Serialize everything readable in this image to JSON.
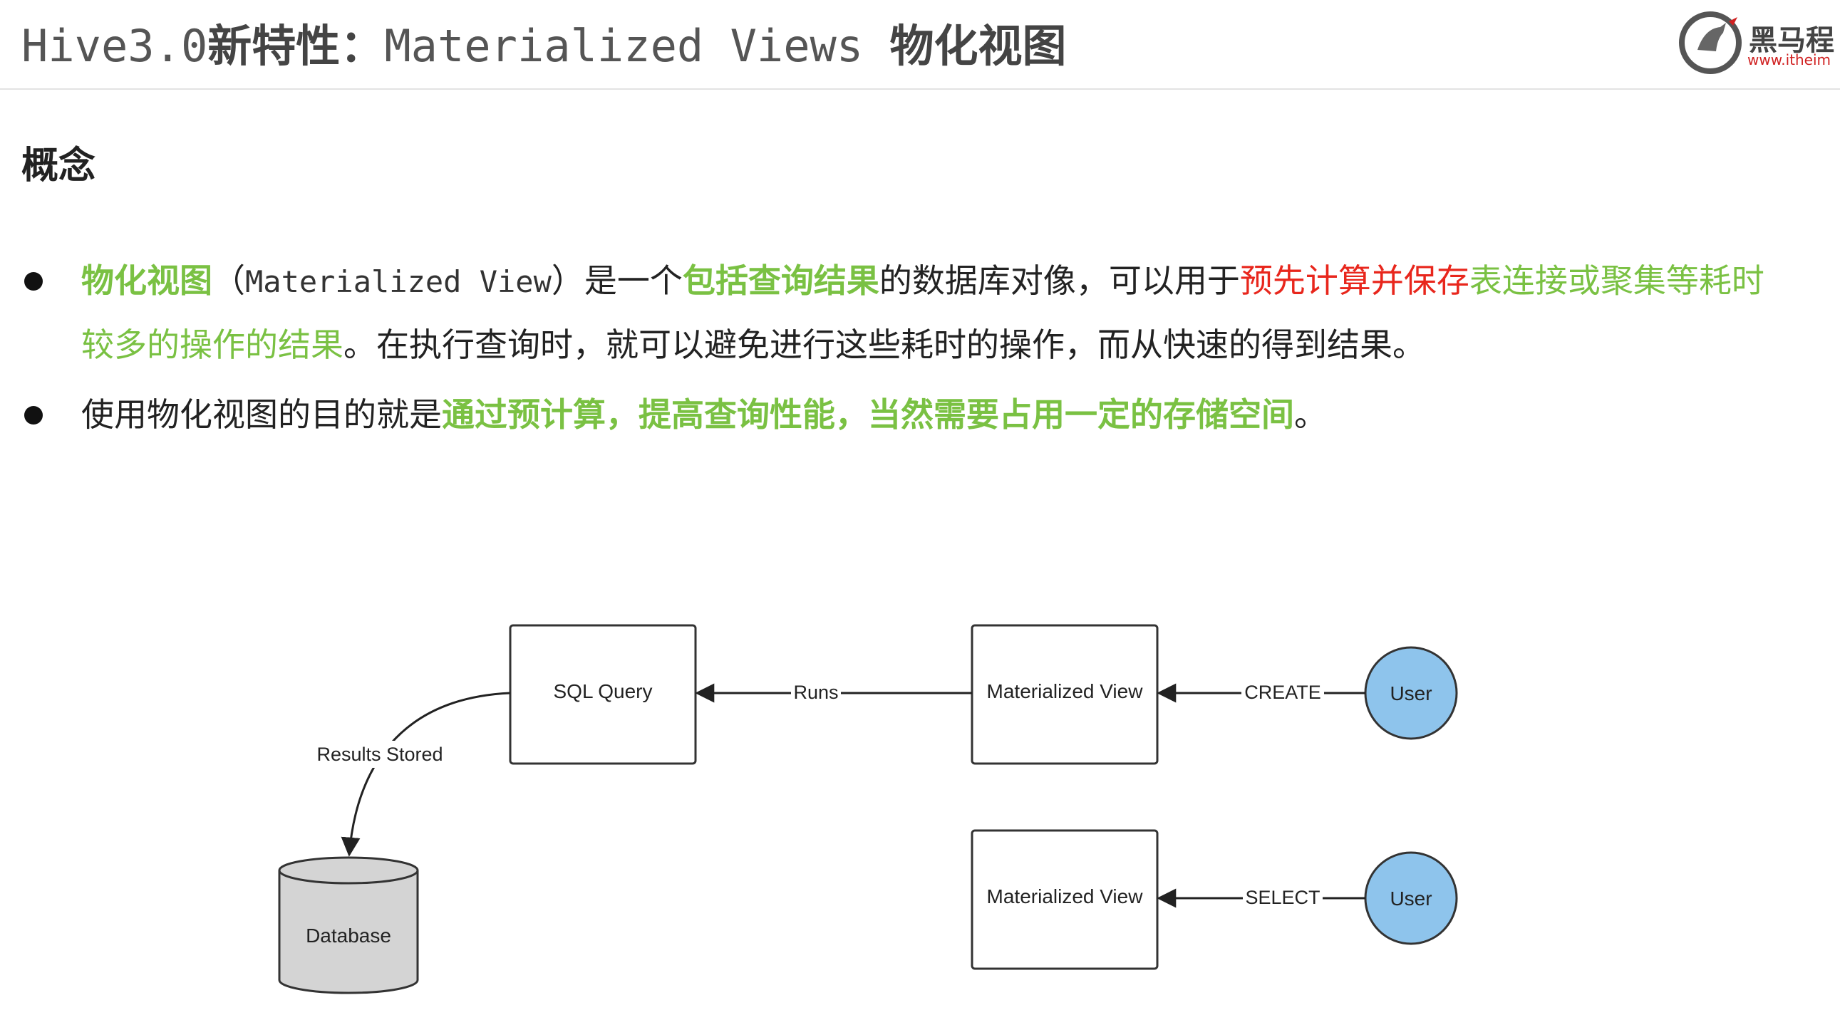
{
  "header": {
    "title_prefix": "Hive3.0",
    "title_cjk1": "新特性：",
    "title_mono": "Materialized Views ",
    "title_cjk2": "物化视图",
    "logo_text": "黑马程",
    "logo_url": "www.itheim"
  },
  "section": {
    "heading": "概念"
  },
  "bullets": [
    {
      "segments": [
        {
          "text": "物化视图",
          "style": "green-b"
        },
        {
          "text": "（",
          "style": "plain"
        },
        {
          "text": "Materialized View",
          "style": "mono"
        },
        {
          "text": "）是一个",
          "style": "plain"
        },
        {
          "text": "包括查询结果",
          "style": "green-b"
        },
        {
          "text": "的数据库对像，可以用于",
          "style": "plain"
        },
        {
          "text": "预先计算并保存",
          "style": "red"
        },
        {
          "text": "表连接或聚集等耗时较多的操作的结果",
          "style": "green"
        },
        {
          "text": "。在执行查询时，就可以避免进行这些耗时的操作，而从快速的得到结果。",
          "style": "plain"
        }
      ]
    },
    {
      "segments": [
        {
          "text": "使用物化视图的目的就是",
          "style": "plain"
        },
        {
          "text": "通过预计算，提高查询性能，当然需要占用一定的存储空间",
          "style": "green-b"
        },
        {
          "text": "。",
          "style": "plain"
        }
      ]
    }
  ],
  "diagram": {
    "sql_query": "SQL Query",
    "mv_top": "Materialized View",
    "mv_bottom": "Materialized View",
    "user_top": "User",
    "user_bottom": "User",
    "database": "Database",
    "label_runs": "Runs",
    "label_create": "CREATE",
    "label_select": "SELECT",
    "label_results": "Results Stored",
    "colors": {
      "user_fill": "#8ec4ec",
      "db_fill": "#d4d4d4",
      "line": "#222222"
    }
  }
}
